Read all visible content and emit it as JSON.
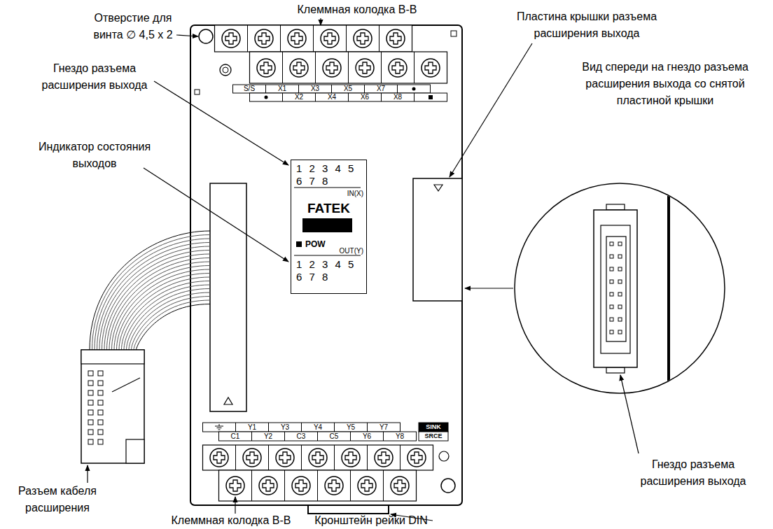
{
  "diagram": {
    "nodes": [
      {
        "text": [
          "1 2 3 4 5",
          "6 7 8",
          "IN(X)",
          "FATEK",
          "POW",
          "OUT(Y)",
          "1 2 3 4 5",
          "6 7 8"
        ]
      }
    ],
    "labels": [
      "Клеммная колодка B-B",
      "Отверстие для винта ∅ 4,5 x 2",
      "Пластина крышки разъема расширения выхода",
      "Гнездо разъема расширения выхода",
      "Вид спереди на гнездо разъема расширения выхода со снятой пластиной крышки",
      "Индикатор состояния выходов",
      "Гнездо разъема расширения выхода",
      "Разъем кабеля расширения",
      "Клеммная колодка B-B",
      "Кронштейн рейки DIN",
      "S/S",
      "X1",
      "X3",
      "X5",
      "X7",
      "X2",
      "X4",
      "X6",
      "X8",
      "Y1",
      "Y3",
      "Y4",
      "Y5",
      "Y7",
      "C1",
      "Y2",
      "C3",
      "C5",
      "Y6",
      "Y8",
      "SINK",
      "SRCE"
    ]
  }
}
